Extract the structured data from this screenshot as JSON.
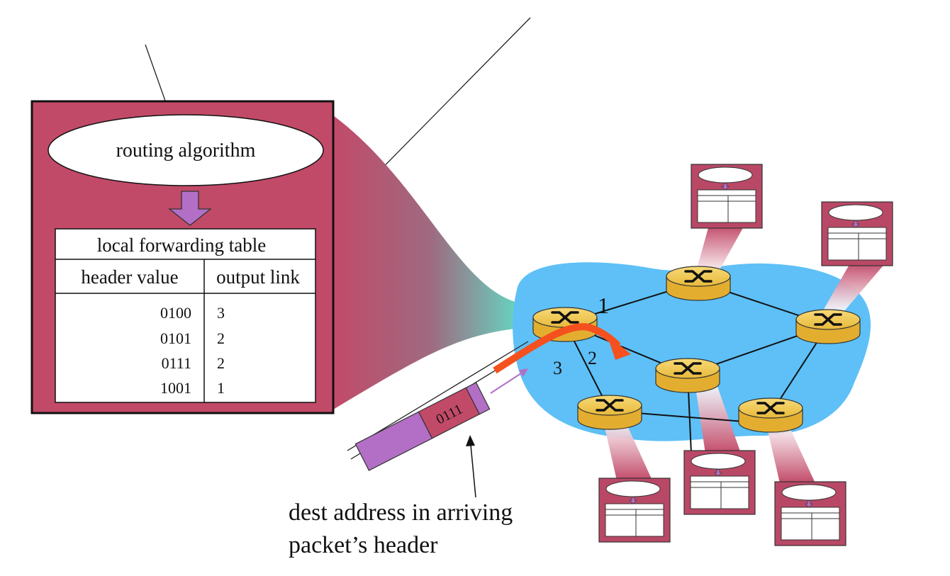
{
  "router_box": {
    "algorithm_label": "routing algorithm",
    "table_title": "local forwarding table",
    "col_header_value": "header value",
    "col_output_link": "output link",
    "rows": [
      {
        "header": "0100",
        "link": "3"
      },
      {
        "header": "0101",
        "link": "2"
      },
      {
        "header": "0111",
        "link": "2"
      },
      {
        "header": "1001",
        "link": "1"
      }
    ]
  },
  "network": {
    "link_labels": [
      "1",
      "2",
      "3"
    ]
  },
  "packet": {
    "header_value": "0111",
    "annotation_line1": "dest address in arriving",
    "annotation_line2": "packet’s header"
  },
  "colors": {
    "router_box_fill": "#c24a69",
    "network_cloud": "#5ec0f7",
    "router_body": "#f4cc52",
    "packet_body": "#b36fc6",
    "packet_header": "#c24a69",
    "route_arrow": "#f4511e",
    "down_arrow": "#b36fc6"
  }
}
